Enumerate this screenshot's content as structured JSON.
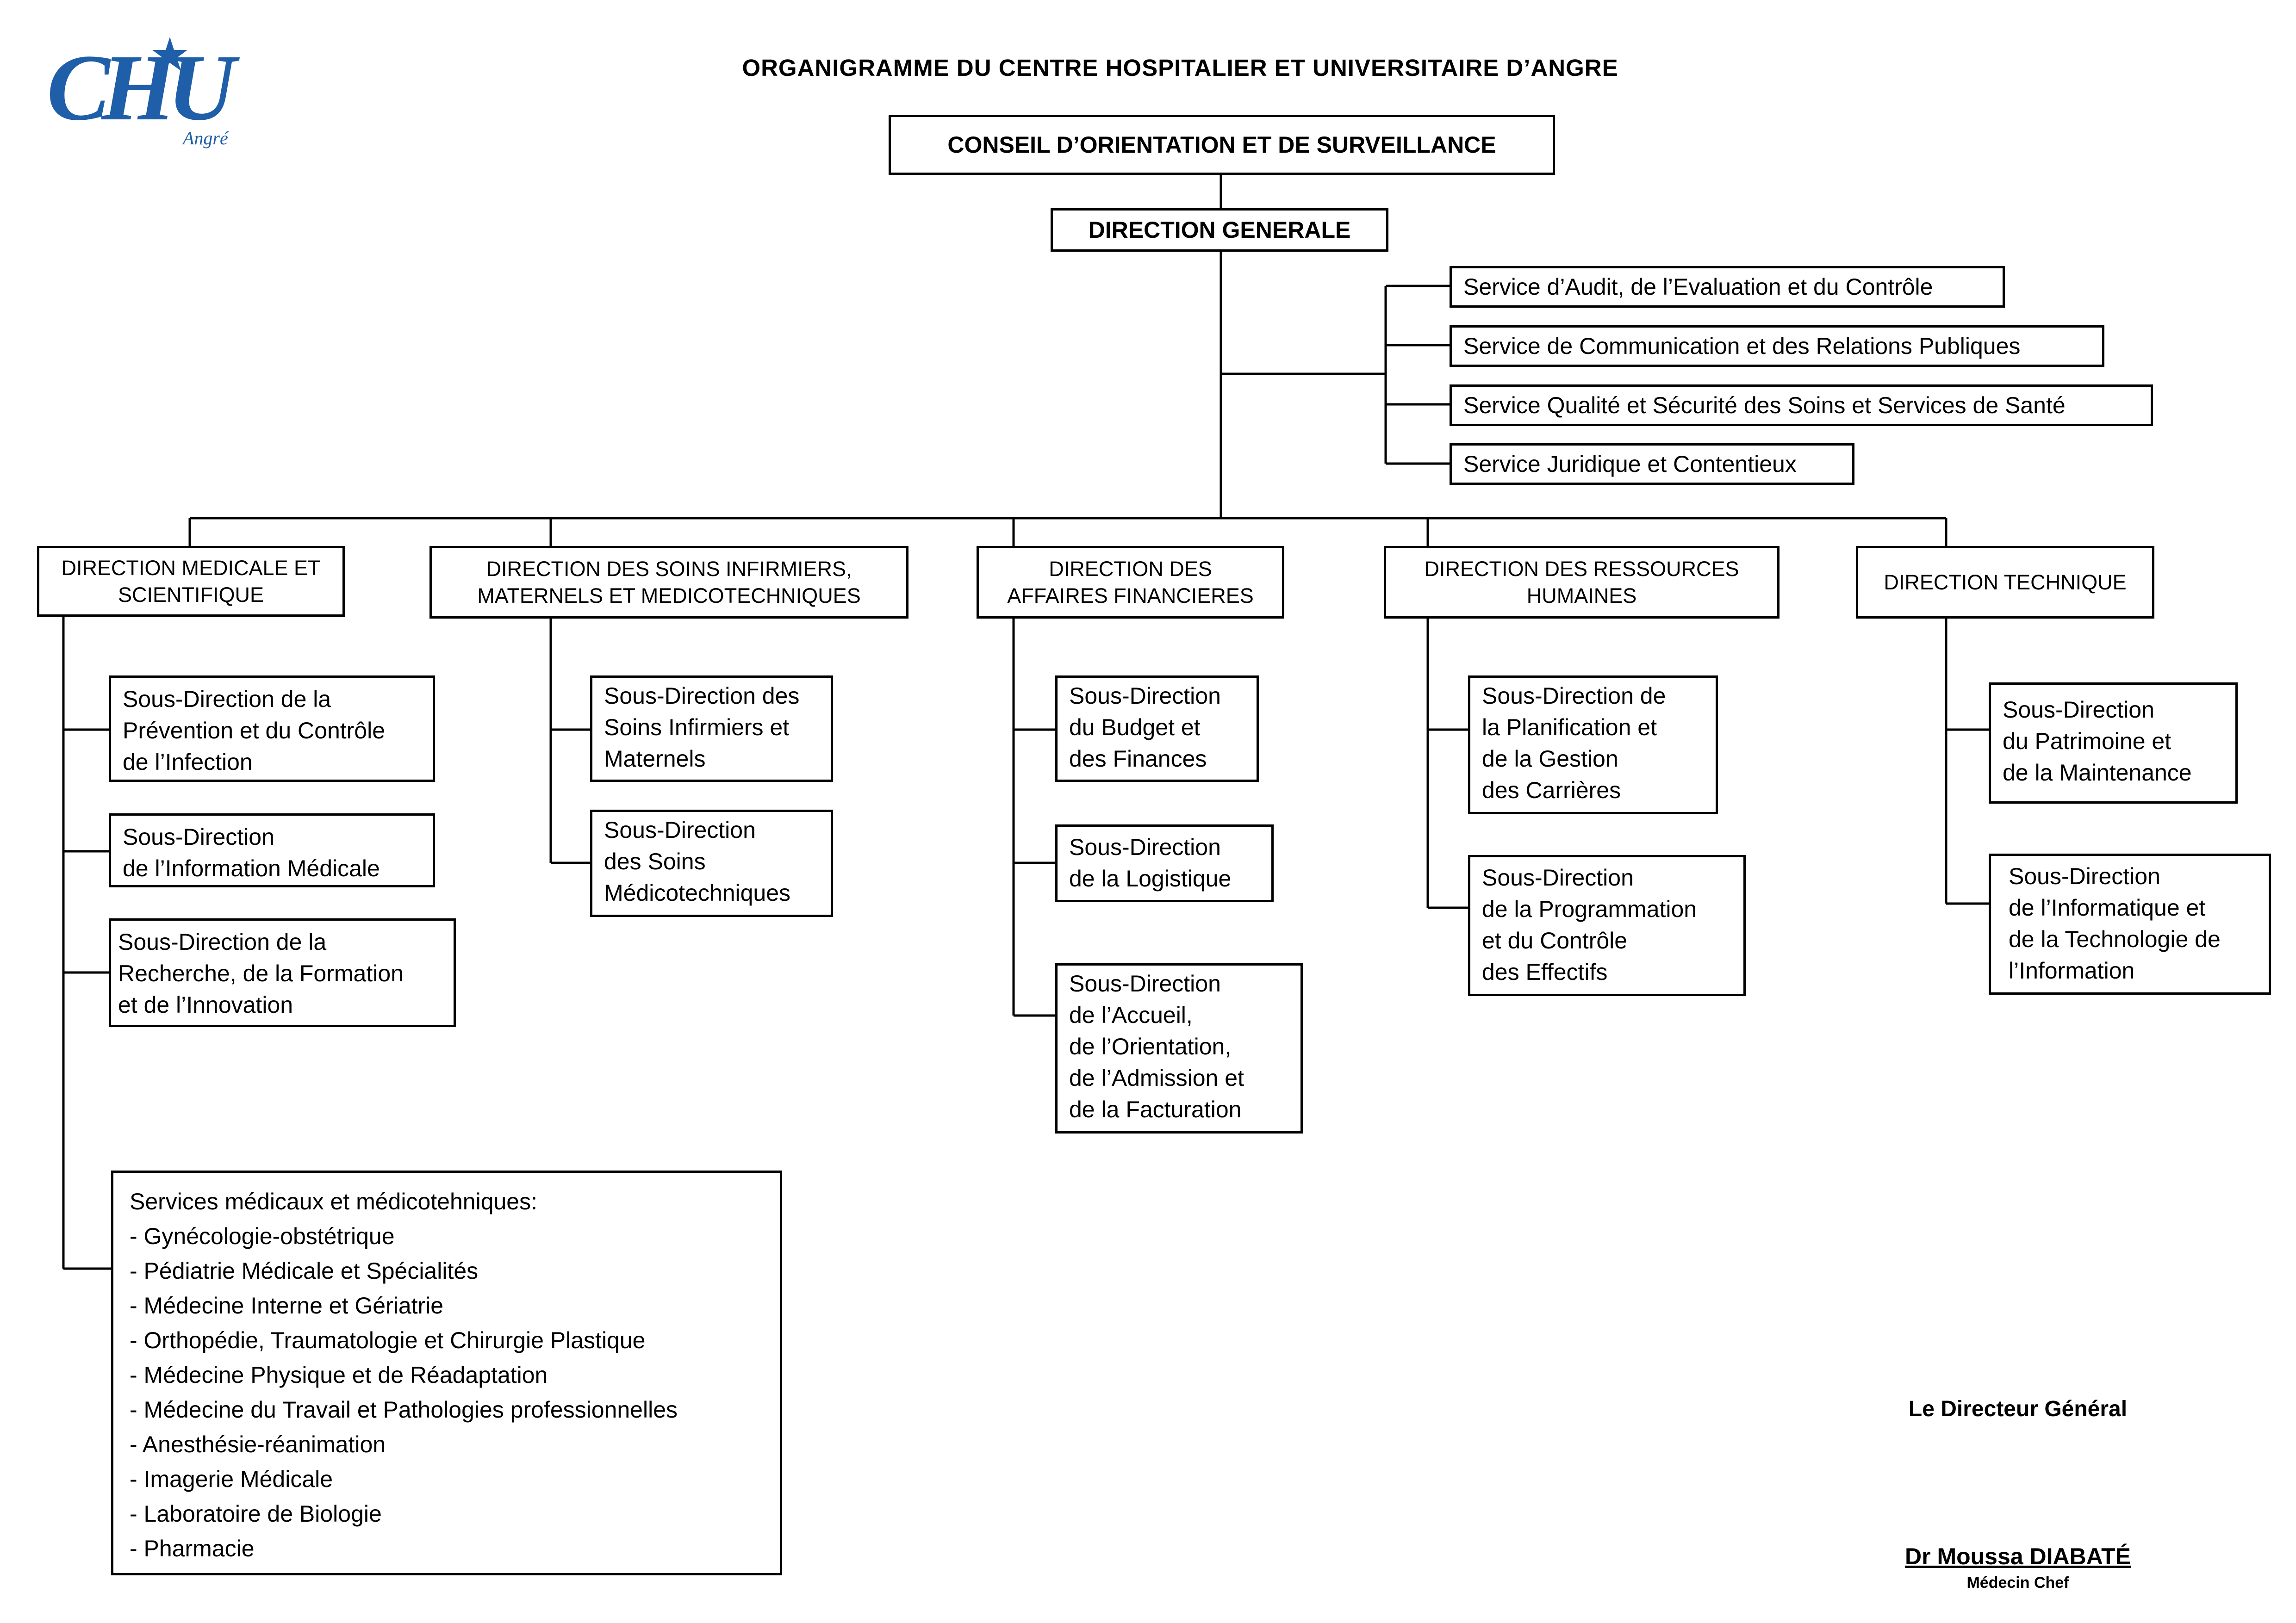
{
  "logo": {
    "brand": "CHU",
    "place": "Angré",
    "color": "#1f5ea8"
  },
  "title": "ORGANIGRAMME DU CENTRE HOSPITALIER ET UNIVERSITAIRE D’ANGRE",
  "council": "CONSEIL D’ORIENTATION ET DE SURVEILLANCE",
  "general": "DIRECTION GENERALE",
  "services": [
    "Service d’Audit, de l’Evaluation et du Contrôle",
    "Service de Communication et des Relations Publiques",
    "Service Qualité et Sécurité des Soins et Services de Santé",
    "Service Juridique et Contentieux"
  ],
  "directions": [
    {
      "lines": [
        "DIRECTION MEDICALE ET",
        "SCIENTIFIQUE"
      ]
    },
    {
      "lines": [
        "DIRECTION DES SOINS INFIRMIERS,",
        "MATERNELS ET MEDICOTECHNIQUES"
      ]
    },
    {
      "lines": [
        "DIRECTION DES",
        "AFFAIRES FINANCIERES"
      ]
    },
    {
      "lines": [
        "DIRECTION DES RESSOURCES",
        "HUMAINES"
      ]
    },
    {
      "lines": [
        "DIRECTION TECHNIQUE"
      ]
    }
  ],
  "subs": [
    {
      "lines": [
        "Sous-Direction de la",
        "Prévention et du Contrôle",
        "de l’Infection"
      ]
    },
    {
      "lines": [
        "Sous-Direction",
        "de l’Information Médicale"
      ]
    },
    {
      "lines": [
        "Sous-Direction de la",
        "Recherche, de la Formation",
        "et de l’Innovation"
      ]
    },
    {
      "lines": [
        "Sous-Direction des",
        "Soins Infirmiers et",
        "Maternels"
      ]
    },
    {
      "lines": [
        "Sous-Direction",
        "des Soins",
        "Médicotechniques"
      ]
    },
    {
      "lines": [
        "Sous-Direction",
        "du Budget et",
        "des Finances"
      ]
    },
    {
      "lines": [
        "Sous-Direction",
        "de la Logistique"
      ]
    },
    {
      "lines": [
        "Sous-Direction",
        "de l’Accueil,",
        "de l’Orientation,",
        "de l’Admission et",
        "de la Facturation"
      ]
    },
    {
      "lines": [
        "Sous-Direction de",
        "la Planification et",
        "de la Gestion",
        "des Carrières"
      ]
    },
    {
      "lines": [
        "Sous-Direction",
        "de la Programmation",
        "et du Contrôle",
        "des Effectifs"
      ]
    },
    {
      "lines": [
        "Sous-Direction",
        "du Patrimoine et",
        "de la Maintenance"
      ]
    },
    {
      "lines": [
        "Sous-Direction",
        "de l’Informatique et",
        "de la Technologie de",
        "l’Information"
      ]
    }
  ],
  "medical_services": {
    "heading": "Services médicaux et médicotehniques:",
    "items": [
      "- Gynécologie-obstétrique",
      "- Pédiatrie Médicale et Spécialités",
      "- Médecine Interne et Gériatrie",
      "- Orthopédie, Traumatologie et Chirurgie Plastique",
      "- Médecine Physique et de Réadaptation",
      "- Médecine du Travail et Pathologies professionnelles",
      "- Anesthésie-réanimation",
      "- Imagerie Médicale",
      "- Laboratoire de Biologie",
      "- Pharmacie"
    ]
  },
  "signature": {
    "role": "Le Directeur Général",
    "name": "Dr Moussa DIABATÉ",
    "title": "Médecin Chef"
  }
}
